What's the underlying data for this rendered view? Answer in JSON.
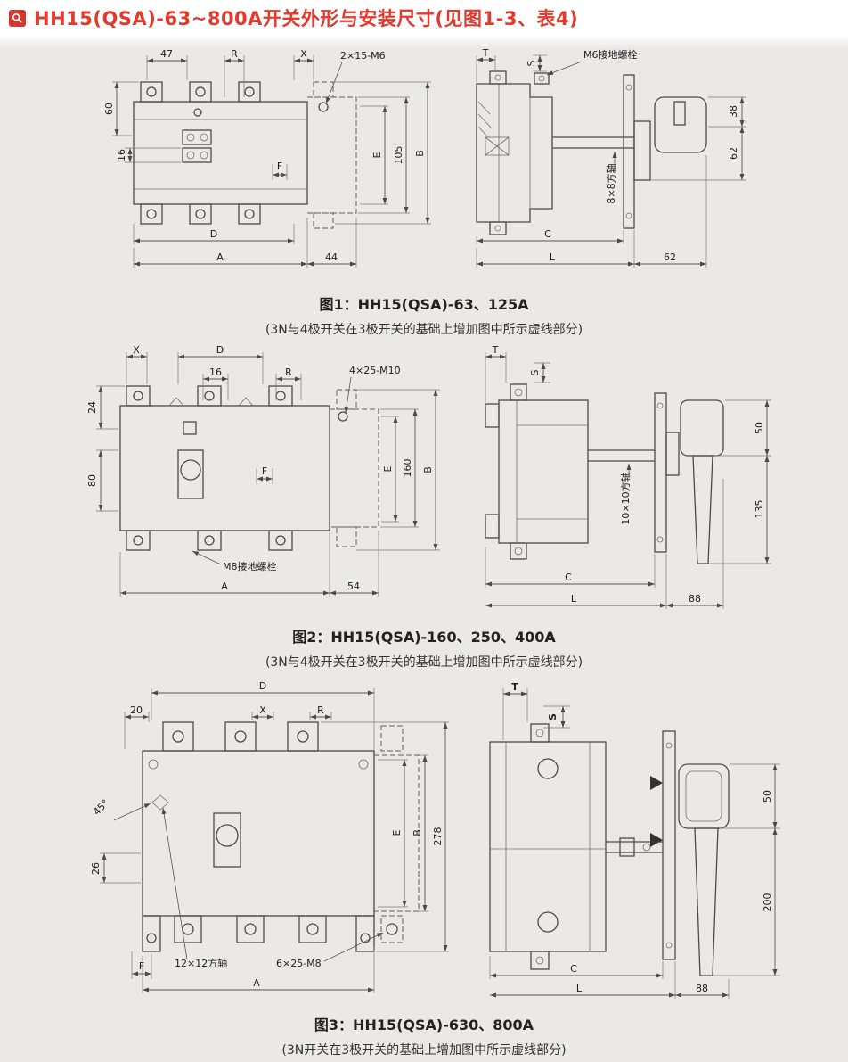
{
  "header": {
    "title": "HH15(QSA)-63~800A开关外形与安装尺寸(见图1-3、表4)"
  },
  "fig1": {
    "caption": "图1：HH15(QSA)-63、125A",
    "note": "(3N与4极开关在3极开关的基础上增加图中所示虚线部分)",
    "front": {
      "d47": "47",
      "dR": "R",
      "dX": "X",
      "screws": "2×15-M6",
      "d60": "60",
      "d16": "16",
      "dF": "F",
      "dE": "E",
      "d105": "105",
      "dB": "B",
      "dD": "D",
      "dA": "A",
      "d44": "44"
    },
    "side": {
      "dT": "T",
      "dS": "S",
      "ground": "M6接地螺栓",
      "shaft": "8×8方轴",
      "d38": "38",
      "d62r": "62",
      "dC": "C",
      "dL": "L",
      "d62b": "62"
    }
  },
  "fig2": {
    "caption": "图2：HH15(QSA)-160、250、400A",
    "note": "(3N与4极开关在3极开关的基础上增加图中所示虚线部分)",
    "front": {
      "dX": "X",
      "dD": "D",
      "d16": "16",
      "dR": "R",
      "screws": "4×25-M10",
      "d24": "24",
      "d80": "80",
      "dF": "F",
      "dE": "E",
      "d160": "160",
      "dB": "B",
      "ground": "M8接地螺栓",
      "dA": "A",
      "d54": "54"
    },
    "side": {
      "dT": "T",
      "dS": "S",
      "shaft": "10×10方轴",
      "d50": "50",
      "d135": "135",
      "dC": "C",
      "dL": "L",
      "d88": "88"
    }
  },
  "fig3": {
    "caption": "图3：HH15(QSA)-630、800A",
    "note": "(3N开关在3极开关的基础上增加图中所示虚线部分)",
    "front": {
      "dD": "D",
      "d20": "20",
      "dX": "X",
      "dR": "R",
      "d45": "45°",
      "d26": "26",
      "dE": "E",
      "dB": "B",
      "d278": "278",
      "dF": "F",
      "shaft": "12×12方轴",
      "screws": "6×25-M8",
      "dA": "A"
    },
    "side": {
      "dT": "T",
      "dS": "S",
      "d50": "50",
      "d200": "200",
      "dC": "C",
      "dL": "L",
      "d88": "88"
    }
  }
}
